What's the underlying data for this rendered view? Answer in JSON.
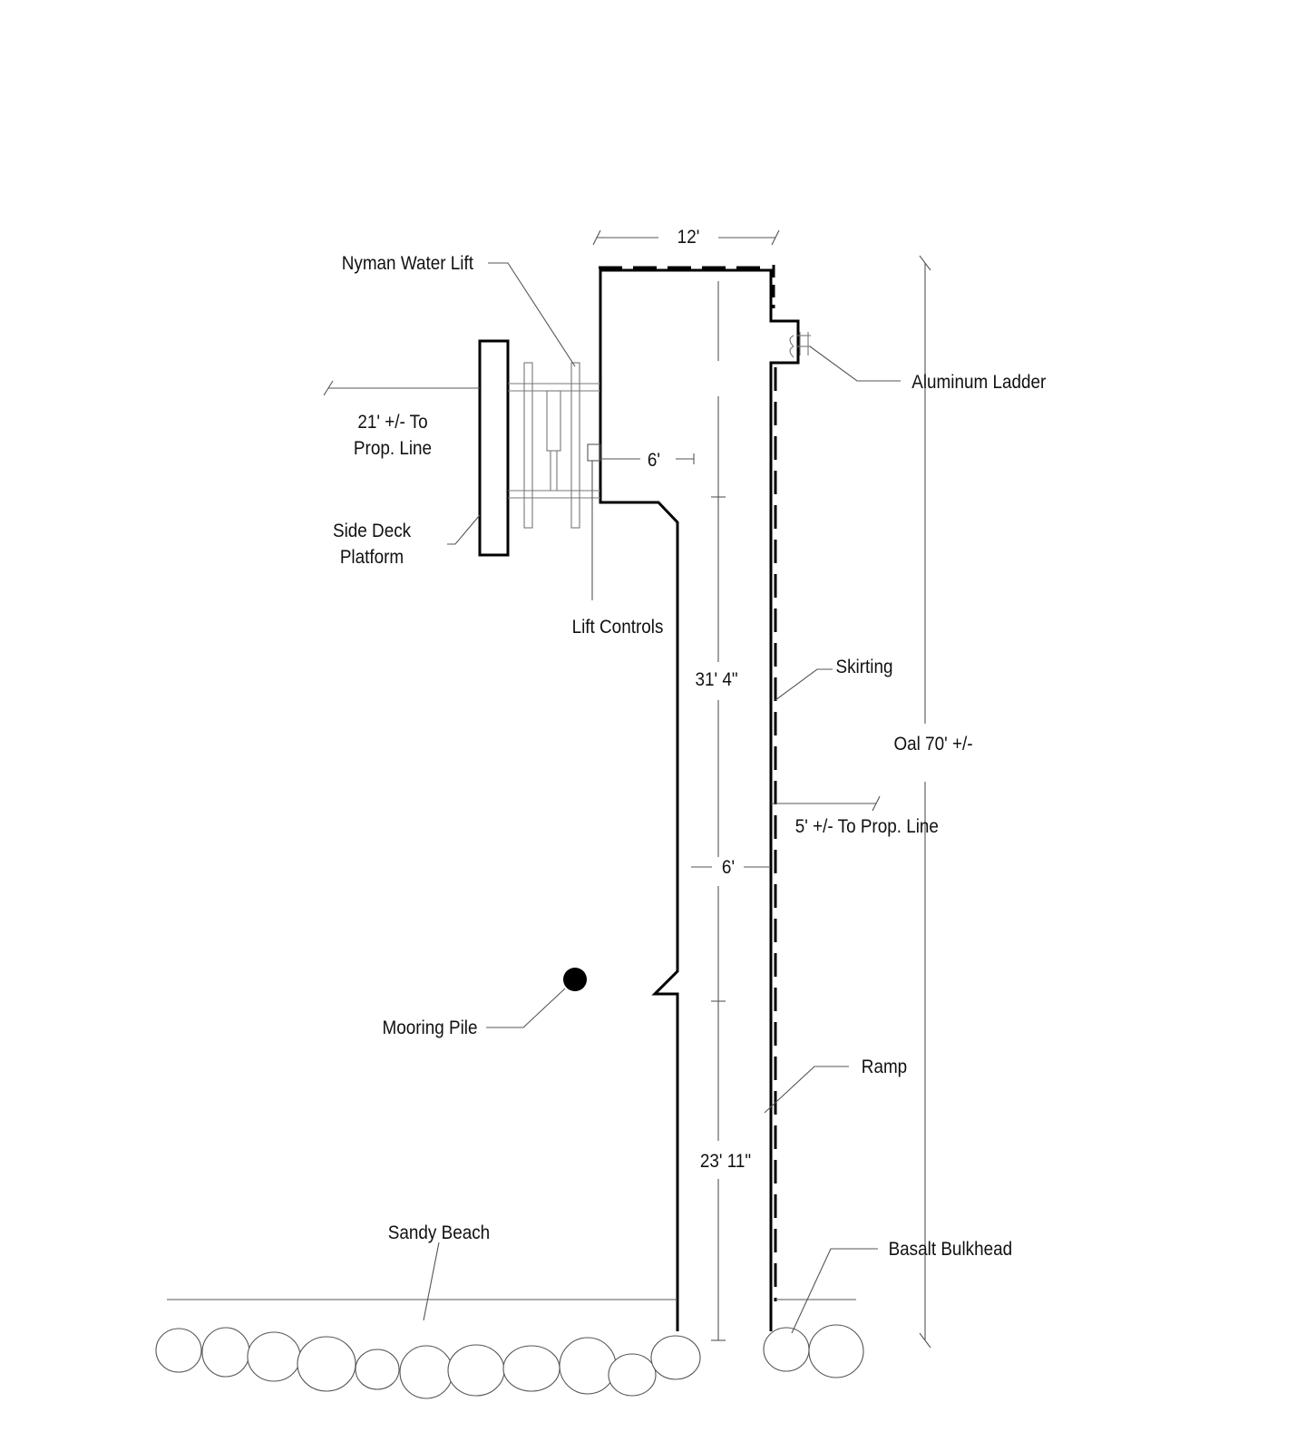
{
  "labels": {
    "dock_width": "12'",
    "nyman_lift": "Nyman Water Lift",
    "aluminum_ladder": "Aluminum Ladder",
    "prop_line_left_1": "21' +/- To",
    "prop_line_left_2": "Prop. Line",
    "six_upper": "6'",
    "side_deck_1": "Side Deck",
    "side_deck_2": "Platform",
    "lift_controls": "Lift Controls",
    "skirting": "Skirting",
    "length_upper": "31' 4\"",
    "overall": "Oal 70' +/-",
    "prop_line_right": "5' +/- To Prop. Line",
    "six_lower": "6'",
    "mooring_pile": "Mooring Pile",
    "ramp": "Ramp",
    "length_lower": "23' 11\"",
    "sandy_beach": "Sandy Beach",
    "basalt_bulkhead": "Basalt Bulkhead"
  },
  "colors": {
    "line": "#000000",
    "thin_line": "#555555",
    "text": "#111111",
    "background": "#ffffff"
  }
}
